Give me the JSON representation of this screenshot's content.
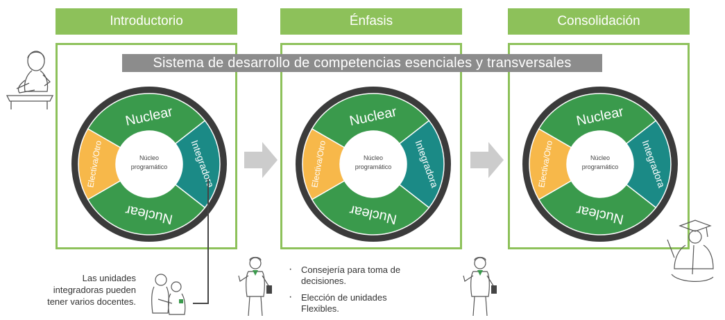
{
  "stages": [
    {
      "label": "Introductorio"
    },
    {
      "label": "Énfasis"
    },
    {
      "label": "Consolidación"
    }
  ],
  "banner": "Sistema de desarrollo de competencias esenciales y transversales",
  "wheel": {
    "top": "Nuclear",
    "bottom": "Nuclear",
    "right": "Integradora",
    "left": "Electiva/Otro",
    "center_line1": "Núcleo",
    "center_line2": "programático"
  },
  "colors": {
    "green_header": "#8dc15a",
    "nuclear": "#3a9a4c",
    "integradora": "#1b8a86",
    "electiva": "#f7b84a",
    "ring": "#3b3b3b",
    "banner": "#8c8c8c",
    "arrow": "#cccccc"
  },
  "note_left": [
    "Las unidades",
    "integradoras pueden",
    "tener varios docentes."
  ],
  "bullets": [
    "Consejería para toma de decisiones.",
    "Elección de unidades Flexibles."
  ],
  "icons": [
    "student-icon",
    "teachers-icon",
    "student-advisor-icon",
    "graduate-icon",
    "arrow-right-icon"
  ]
}
